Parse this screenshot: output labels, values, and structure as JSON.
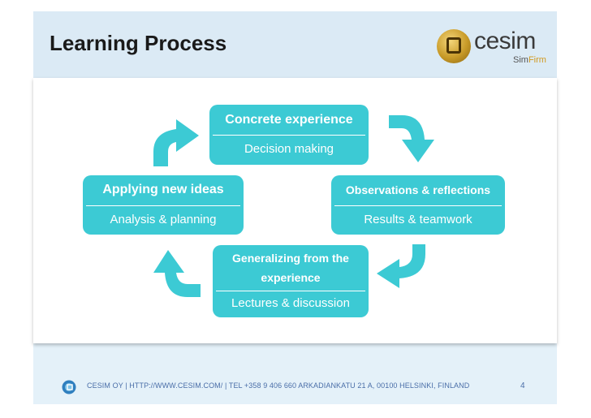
{
  "header": {
    "title": "Learning Process",
    "logo_word": "cesim",
    "logo_sub_sim": "Sim",
    "logo_sub_firm": "Firm"
  },
  "cycle": {
    "top": {
      "title": "Concrete experience",
      "subtitle": "Decision making"
    },
    "right": {
      "title": "Observations & reflections",
      "subtitle": "Results & teamwork"
    },
    "bottom": {
      "title_line1": "Generalizing from the",
      "title_line2": "experience",
      "subtitle": "Lectures & discussion"
    },
    "left": {
      "title": "Applying new ideas",
      "subtitle": "Analysis & planning"
    }
  },
  "footer": {
    "text": "CESIM OY | HTTP://WWW.CESIM.COM/ | TEL +358 9 406 660    ARKADIANKATU 21 A, 00100 HELSINKI, FINLAND",
    "page_number": "4"
  },
  "colors": {
    "accent": "#3ccad4",
    "title_bar": "#dbeaf5",
    "footer_text": "#4a6ea8"
  }
}
